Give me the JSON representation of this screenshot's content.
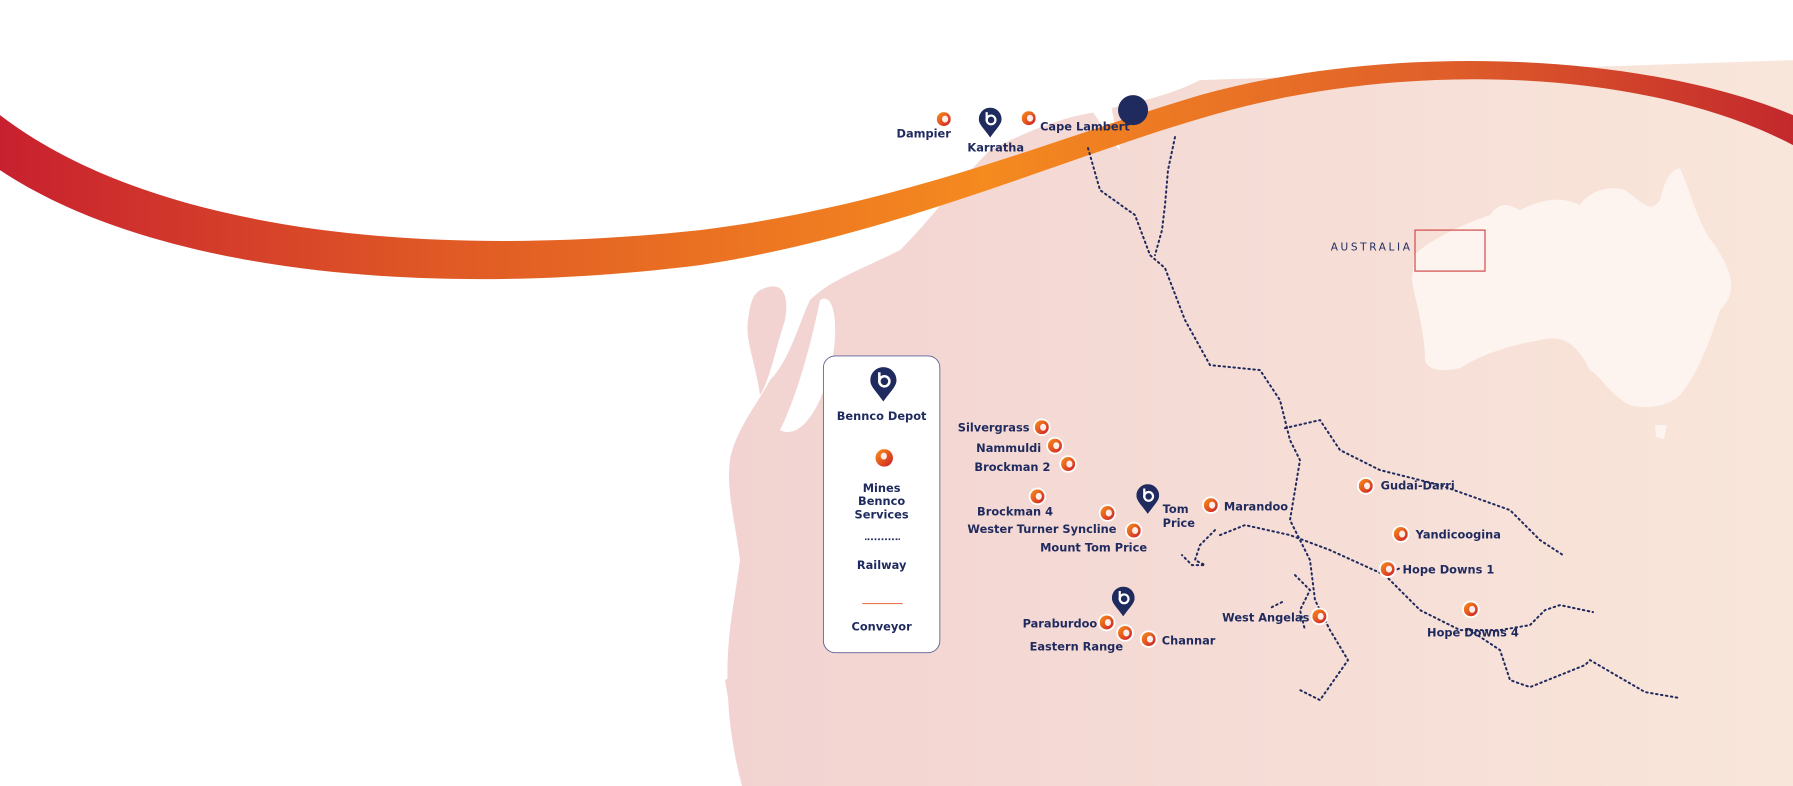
{
  "colors": {
    "navy": "#1f2a5e",
    "land": "#f2d5d2",
    "land_right": "#f8e4d8",
    "ribbon_start": "#c8202f",
    "ribbon_mid": "#f58a1f",
    "conveyor": "#e3501f"
  },
  "legend": {
    "depot": "Bennco Depot",
    "mines": "Mines Bennco Services",
    "railway": "Railway",
    "conveyor": "Conveyor"
  },
  "inset": {
    "label": "AUSTRALIA"
  },
  "depots": [
    "Karratha",
    "Tom Price"
  ],
  "mines": [
    "Dampier",
    "Cape Lambert",
    "Silvergrass",
    "Nammuldi",
    "Brockman 2",
    "Brockman 4",
    "Wester Turner Syncline",
    "Mount Tom Price",
    "Marandoo",
    "Gudai-Darri",
    "Yandicoogina",
    "Hope Downs 1",
    "Hope Downs 4",
    "West Angelas",
    "Paraburdoo",
    "Eastern Range",
    "Channar"
  ]
}
